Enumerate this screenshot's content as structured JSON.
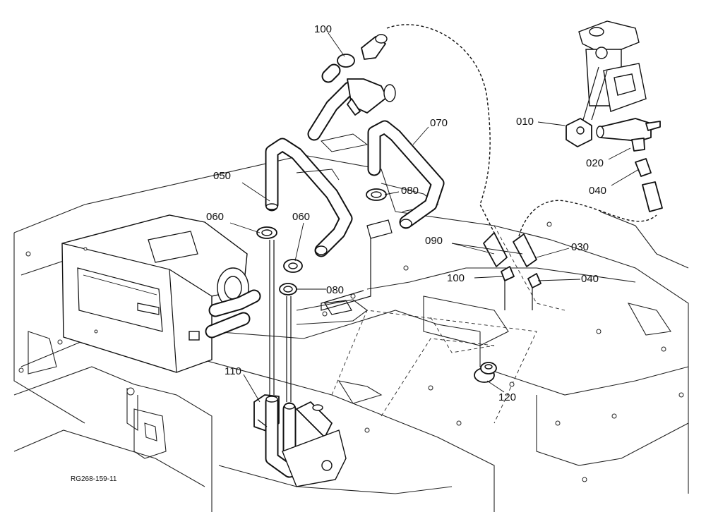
{
  "figure_code": "RG268-159-11",
  "callouts": [
    {
      "id": "c100a",
      "text": "100"
    },
    {
      "id": "c070",
      "text": "070"
    },
    {
      "id": "c010",
      "text": "010"
    },
    {
      "id": "c020",
      "text": "020"
    },
    {
      "id": "c040a",
      "text": "040"
    },
    {
      "id": "c050",
      "text": "050"
    },
    {
      "id": "c080a",
      "text": "080"
    },
    {
      "id": "c060a",
      "text": "060"
    },
    {
      "id": "c060b",
      "text": "060"
    },
    {
      "id": "c090",
      "text": "090"
    },
    {
      "id": "c030",
      "text": "030"
    },
    {
      "id": "c100b",
      "text": "100"
    },
    {
      "id": "c040b",
      "text": "040"
    },
    {
      "id": "c080b",
      "text": "080"
    },
    {
      "id": "c110",
      "text": "110"
    },
    {
      "id": "c120",
      "text": "120"
    }
  ]
}
